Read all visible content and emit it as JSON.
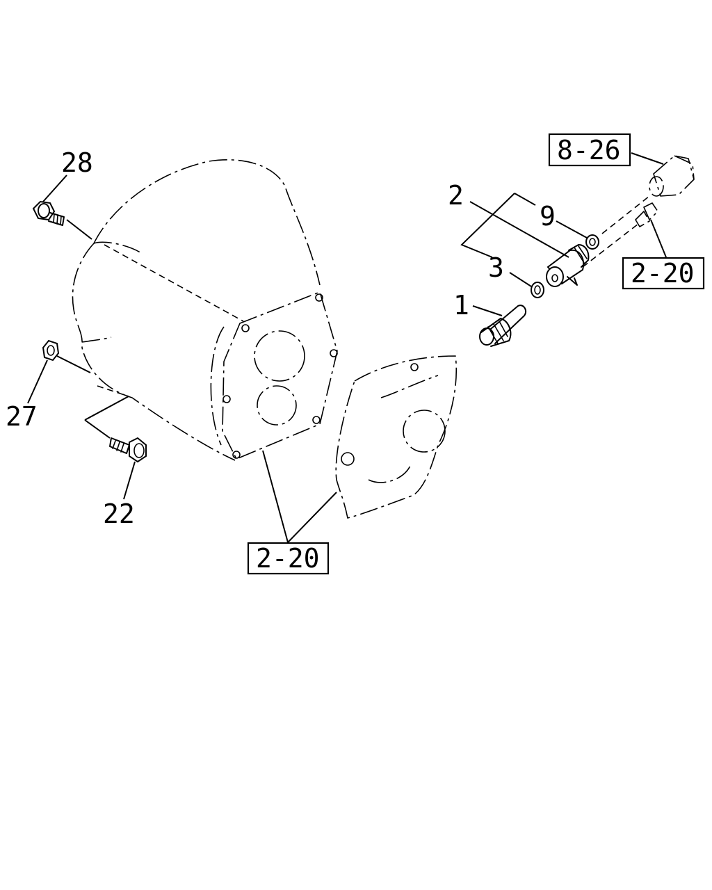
{
  "callouts": {
    "c1": "1",
    "c2": "2",
    "c3": "3",
    "c9": "9",
    "c22": "22",
    "c27": "27",
    "c28": "28"
  },
  "references": {
    "ref_8_26": "8-26",
    "ref_2_20_right": "2-20",
    "ref_2_20_bottom": "2-20"
  }
}
